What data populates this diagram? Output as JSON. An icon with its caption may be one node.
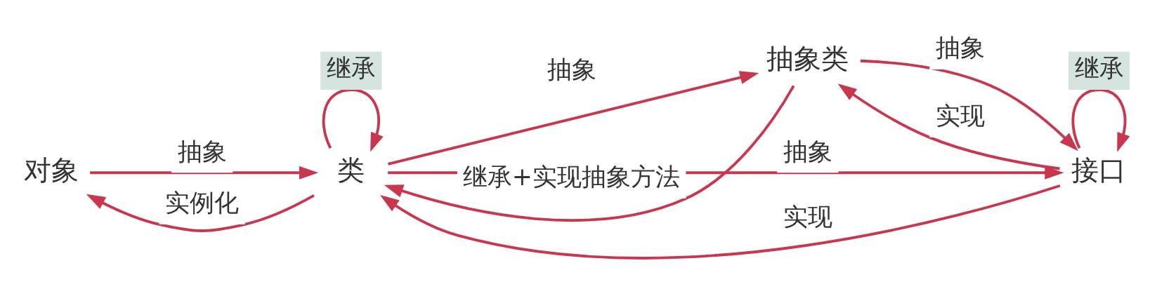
{
  "diagram": {
    "nodes": [
      {
        "text": [
          "对象"
        ]
      },
      {
        "text": [
          "类"
        ]
      },
      {
        "text": [
          "抽象类"
        ]
      },
      {
        "text": [
          "接口"
        ]
      }
    ],
    "edges": [
      {
        "from": 0,
        "to": 1,
        "arrow": "to",
        "label": "抽象"
      },
      {
        "from": 1,
        "to": 0,
        "arrow": "to",
        "label": "实例化"
      },
      {
        "from": 1,
        "to": 1,
        "arrow": "to",
        "label": "继承"
      },
      {
        "from": 1,
        "to": 2,
        "arrow": "to",
        "label": "抽象"
      },
      {
        "from": 2,
        "to": 1,
        "arrow": "to",
        "label": "继承+实现抽象方法"
      },
      {
        "from": 2,
        "to": 3,
        "arrow": "to",
        "label": "抽象"
      },
      {
        "from": 3,
        "to": 2,
        "arrow": "to",
        "label": "实现"
      },
      {
        "from": 1,
        "to": 3,
        "arrow": "to",
        "label": "抽象"
      },
      {
        "from": 3,
        "to": 1,
        "arrow": "to",
        "label": "实现"
      },
      {
        "from": 3,
        "to": 3,
        "arrow": "to",
        "label": "继承"
      }
    ]
  }
}
